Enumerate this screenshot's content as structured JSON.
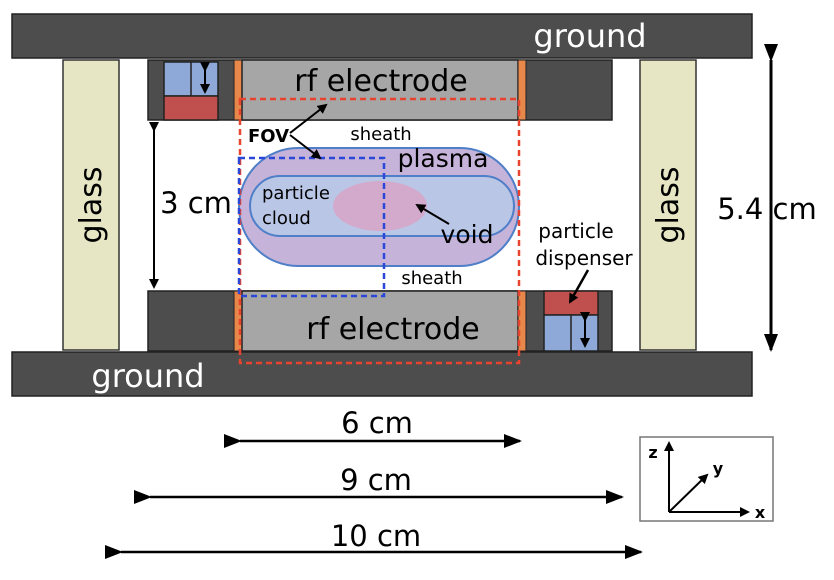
{
  "labels": {
    "ground_top": "ground",
    "ground_bottom": "ground",
    "glass_left": "glass",
    "glass_right": "glass",
    "rf_top": "rf electrode",
    "rf_bottom": "rf electrode",
    "fov": "FOV",
    "sheath_top": "sheath",
    "sheath_bottom": "sheath",
    "plasma": "plasma",
    "particle_cloud_line1": "particle",
    "particle_cloud_line2": "cloud",
    "void": "void",
    "dispenser_line1": "particle",
    "dispenser_line2": "dispenser",
    "gap_height": "3 cm",
    "total_height": "5.4 cm",
    "width_6": "6 cm",
    "width_9": "9 cm",
    "width_10": "10 cm",
    "axis_z": "z",
    "axis_y": "y",
    "axis_x": "x"
  },
  "colors": {
    "ground": "#4d4d4d",
    "electrode": "#a6a6a6",
    "glass": "#e6e6c4",
    "insulator": "#e8874a",
    "dispenser_blue": "#8ea9d8",
    "dispenser_red": "#c0504d",
    "plasma_fill": "#c5b3d9",
    "plasma_stroke": "#4f7fc8",
    "cloud_fill": "#b9c6e6",
    "void_fill": "#d7a6c9",
    "fov_red": "#e8432f",
    "fov_blue": "#2a47d8"
  }
}
